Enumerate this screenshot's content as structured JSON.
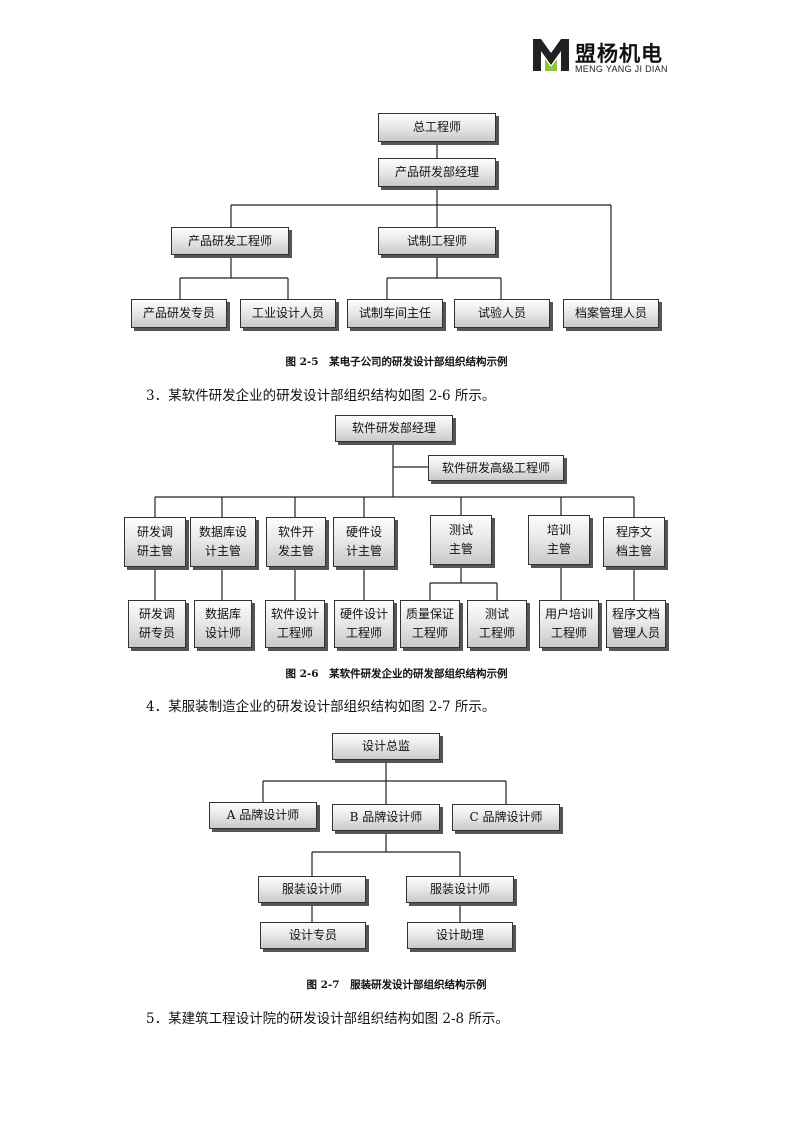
{
  "logo": {
    "name": "盟杨机电",
    "sub": "MENG YANG JI DIAN"
  },
  "fig5": {
    "caption": "图 2-5　某电子公司的研发设计部组织结构示例",
    "nodes": [
      "总工程师",
      "产品研发部经理",
      "产品研发工程师",
      "试制工程师",
      "产品研发专员",
      "工业设计人员",
      "试制车间主任",
      "试验人员",
      "档案管理人员"
    ]
  },
  "para3": "3．某软件研发企业的研发设计部组织结构如图 2-6 所示。",
  "fig6": {
    "caption": "图 2-6　某软件研发企业的研发部组织结构示例",
    "manager": "软件研发部经理",
    "senior": "软件研发高级工程师",
    "supervisors": [
      [
        "研发调",
        "研主管"
      ],
      [
        "数据库设",
        "计主管"
      ],
      [
        "软件开",
        "发主管"
      ],
      [
        "硬件设",
        "计主管"
      ],
      [
        "测试",
        "主管"
      ],
      [
        "培训",
        "主管"
      ],
      [
        "程序文",
        "档主管"
      ]
    ],
    "staff": [
      [
        "研发调",
        "研专员"
      ],
      [
        "数据库",
        "设计师"
      ],
      [
        "软件设计",
        "工程师"
      ],
      [
        "硬件设计",
        "工程师"
      ],
      [
        "质量保证",
        "工程师"
      ],
      [
        "测试",
        "工程师"
      ],
      [
        "用户培训",
        "工程师"
      ],
      [
        "程序文档",
        "管理人员"
      ]
    ]
  },
  "para4": "4．某服装制造企业的研发设计部组织结构如图 2-7 所示。",
  "fig7": {
    "caption": "图 2-7　服装研发设计部组织结构示例",
    "nodes": [
      "设计总监",
      "A 品牌设计师",
      "B 品牌设计师",
      "C 品牌设计师",
      "服装设计师",
      "服装设计师",
      "设计专员",
      "设计助理"
    ]
  },
  "para5": "5．某建筑工程设计院的研发设计部组织结构如图 2-8 所示。"
}
